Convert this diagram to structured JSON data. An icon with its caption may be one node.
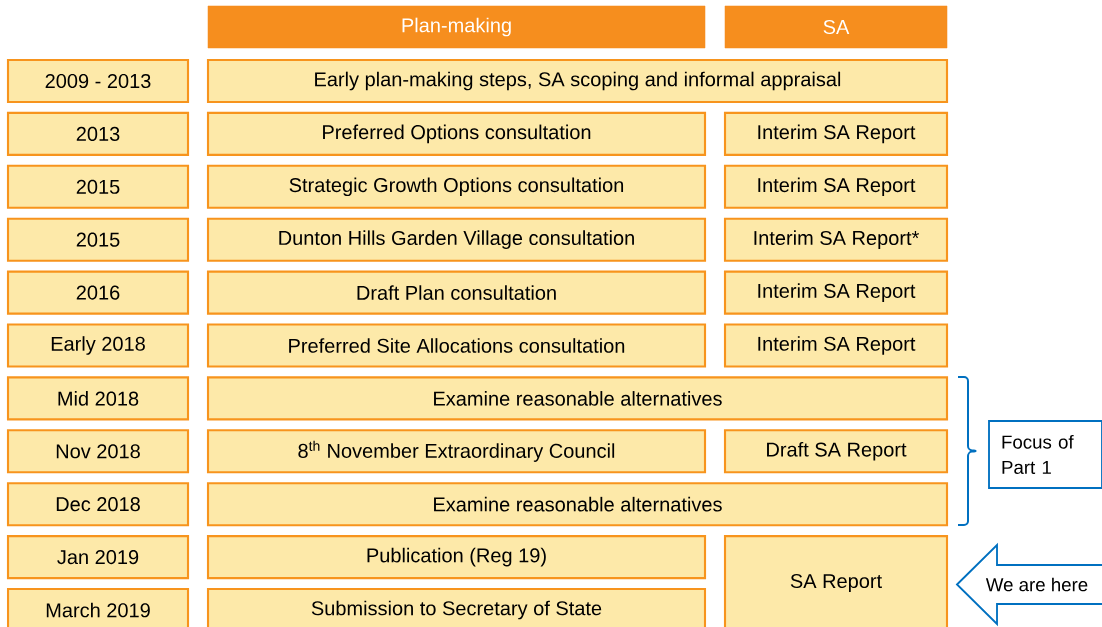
{
  "diagram": {
    "nodes": [
      {
        "text": [
          "Plan-making"
        ]
      },
      {
        "text": [
          "SA"
        ]
      },
      {
        "text": [
          "2009 - 2013"
        ]
      },
      {
        "text": [
          "Early plan-making steps, SA scoping and informal appraisal"
        ]
      },
      {
        "text": [
          "2013"
        ]
      },
      {
        "text": [
          "Preferred Options consultation"
        ]
      },
      {
        "text": [
          "Interim SA Report"
        ]
      },
      {
        "text": [
          "2015"
        ]
      },
      {
        "text": [
          "Strategic Growth Options consultation"
        ]
      },
      {
        "text": [
          "Interim SA Report"
        ]
      },
      {
        "text": [
          "2015"
        ]
      },
      {
        "text": [
          "Dunton Hills Garden Village consultation"
        ]
      },
      {
        "text": [
          "Interim SA Report*"
        ]
      },
      {
        "text": [
          "2016"
        ]
      },
      {
        "text": [
          "Draft Plan consultation"
        ]
      },
      {
        "text": [
          "Interim SA Report"
        ]
      },
      {
        "text": [
          "Early 2018"
        ]
      },
      {
        "text": [
          "Preferred Site Allocations consultation"
        ]
      },
      {
        "text": [
          "Interim SA Report"
        ]
      },
      {
        "text": [
          "Mid 2018"
        ]
      },
      {
        "text": [
          "Examine reasonable alternatives"
        ]
      },
      {
        "text": [
          "Nov 2018"
        ]
      },
      {
        "text": [
          "8$^{th}$ November Extraordinary Council"
        ]
      },
      {
        "text": [
          "Draft SA Report"
        ]
      },
      {
        "text": [
          "Dec 2018"
        ]
      },
      {
        "text": [
          "Examine reasonable alternatives"
        ]
      },
      {
        "text": [
          "Jan 2019"
        ]
      },
      {
        "text": [
          "Publication (Reg 19)"
        ]
      },
      {
        "text": [
          "SA Report"
        ]
      },
      {
        "text": [
          "March 2019"
        ]
      },
      {
        "text": [
          "Submission to Secretary of State"
        ]
      },
      {
        "text": [
          "Focus of Part 1"
        ]
      },
      {
        "text": [
          "We are here"
        ]
      }
    ]
  }
}
